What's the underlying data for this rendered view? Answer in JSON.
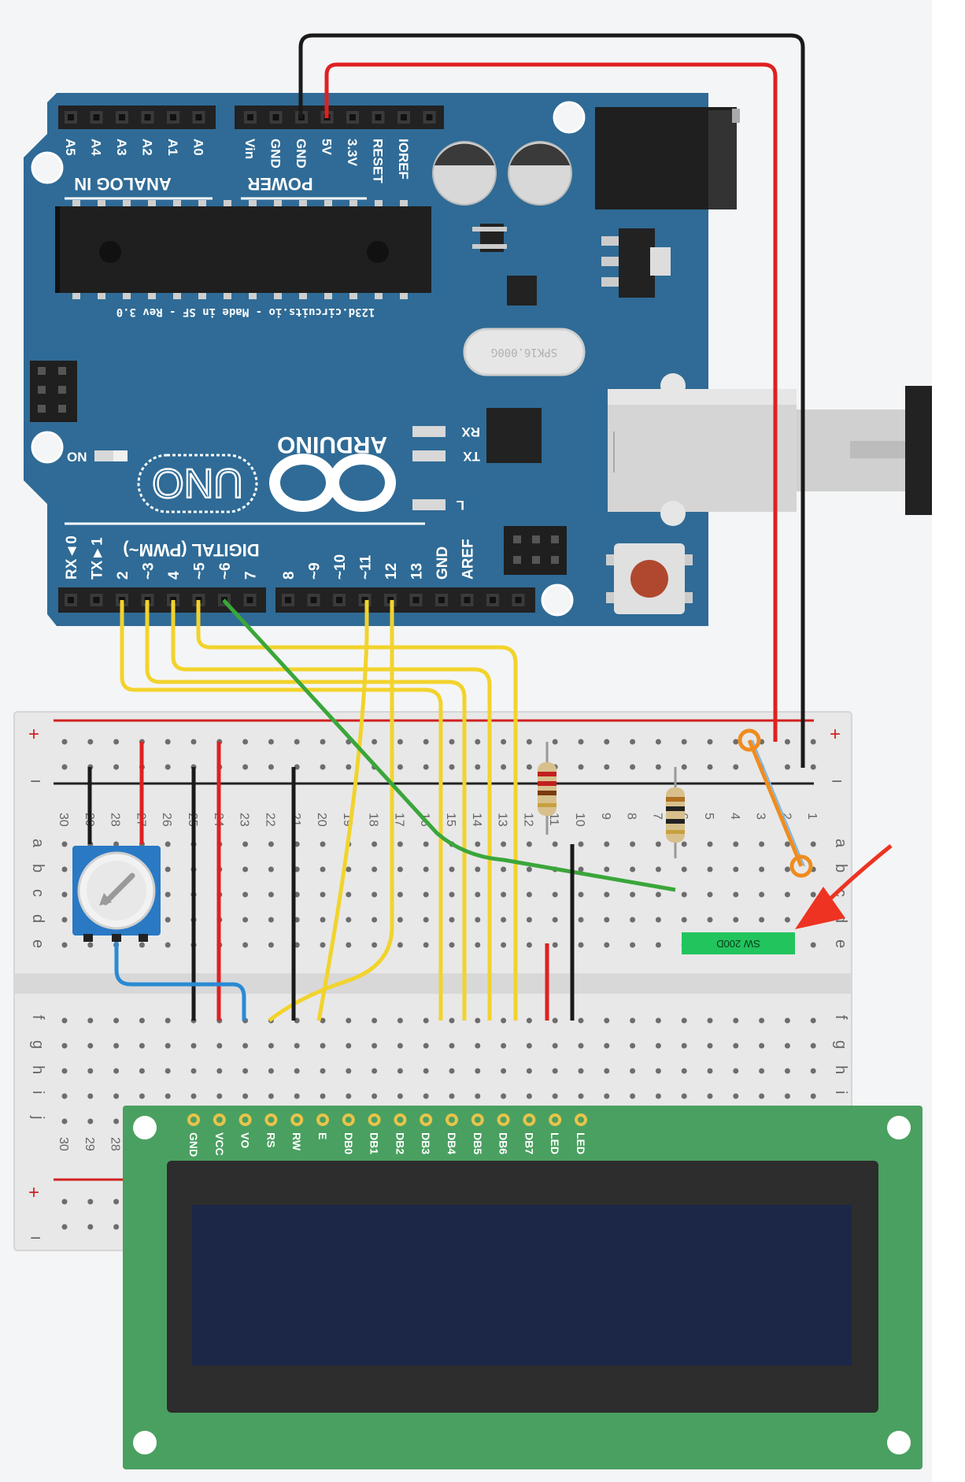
{
  "arduino": {
    "analog_pins": [
      "A5",
      "A4",
      "A3",
      "A2",
      "A1",
      "A0"
    ],
    "analog_title": "ANALOG IN",
    "power_pins": [
      "Vin",
      "GND",
      "GND",
      "5V",
      "3.3V",
      "RESET",
      "IOREF"
    ],
    "power_title": "POWER",
    "digital_title": "DIGITAL (PWM~)",
    "digital_pins_left": [
      "RX◄0",
      "TX►1",
      "2",
      "~3",
      "4",
      "~5",
      "~6",
      "7"
    ],
    "digital_pins_right": [
      "8",
      "~9",
      "~10",
      "~11",
      "12",
      "13",
      "GND",
      "AREF"
    ],
    "led_rx": "RX",
    "led_tx": "TX",
    "led_l": "L",
    "on_label": "ON",
    "brand": "ARDUINO",
    "model": "UNO",
    "made_in": "123d.circuits.io - Made in SF - Rev 3.0",
    "crystal": "SPK16.000G"
  },
  "breadboard": {
    "rail_plus": "+",
    "rail_minus": "−",
    "col_numbers": [
      "30",
      "29",
      "28",
      "27",
      "26",
      "25",
      "24",
      "23",
      "22",
      "21",
      "20",
      "19",
      "18",
      "17",
      "16",
      "15",
      "14",
      "13",
      "12",
      "11",
      "10",
      "9",
      "8",
      "7",
      "6",
      "5",
      "4",
      "3",
      "2",
      "1"
    ],
    "rows_top": [
      "a",
      "b",
      "c",
      "d",
      "e"
    ],
    "rows_bottom": [
      "f",
      "g",
      "h",
      "i",
      "j"
    ],
    "bottom_cols_visible": [
      "30",
      "29",
      "28"
    ]
  },
  "switch_label": "SW 200D",
  "lcd": {
    "pins": [
      "GND",
      "VCC",
      "VO",
      "RS",
      "RW",
      "E",
      "DB0",
      "DB1",
      "DB2",
      "DB3",
      "DB4",
      "DB5",
      "DB6",
      "DB7",
      "LED",
      "LED"
    ]
  },
  "colors": {
    "arduino_blue": "#2f6b96",
    "wire_red": "#e02020",
    "wire_black": "#1a1a1a",
    "wire_yellow": "#f2d32c",
    "wire_green": "#3aa63a",
    "wire_blue": "#2a8ad4",
    "wire_orange": "#f08c1e",
    "lcd_green": "#4aa060",
    "lcd_screen": "#1c2748",
    "switch_green": "#22c45e",
    "arrow_red": "#ee3322"
  }
}
